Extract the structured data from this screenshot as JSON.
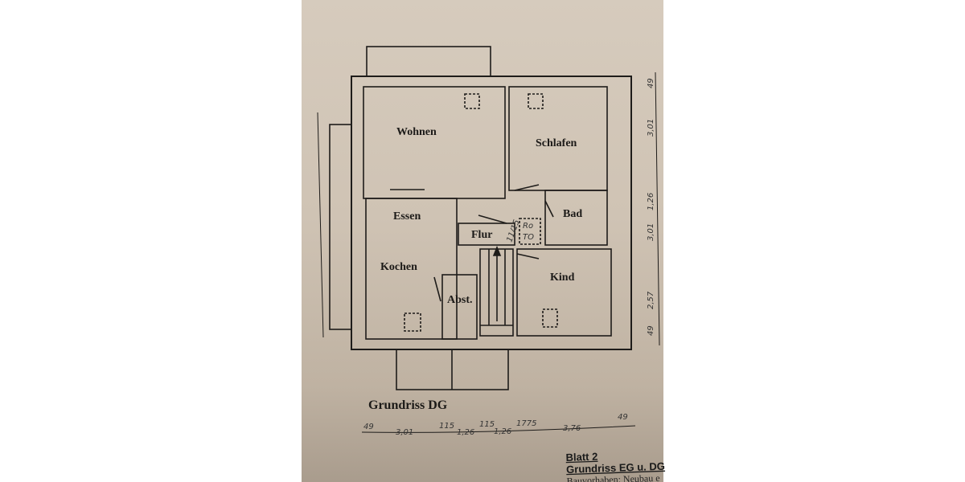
{
  "plan": {
    "title": "Grundriss DG",
    "rooms": {
      "wohnen": "Wohnen",
      "schlafen": "Schlafen",
      "bad": "Bad",
      "essen": "Essen",
      "flur": "Flur",
      "kochen": "Kochen",
      "abst": "Abst.",
      "kind": "Kind",
      "roto": [
        "Ro",
        "TO"
      ]
    },
    "stair_label": "11/15",
    "bottom_dimensions": [
      "49",
      "3,01",
      "115",
      "1,26",
      "115",
      "1,26",
      "1775",
      "3,76",
      "49"
    ],
    "right_dimensions": [
      "49",
      "3,01",
      "1,26",
      "3,01",
      "2,57",
      "49"
    ]
  },
  "title_block": {
    "sheet": "Blatt 2",
    "subtitle": "Grundriss EG u. DG",
    "project": "Bauvorhaben: Neubau e"
  },
  "colors": {
    "paper": "#cfc3b4",
    "ink": "#1c1a18"
  }
}
